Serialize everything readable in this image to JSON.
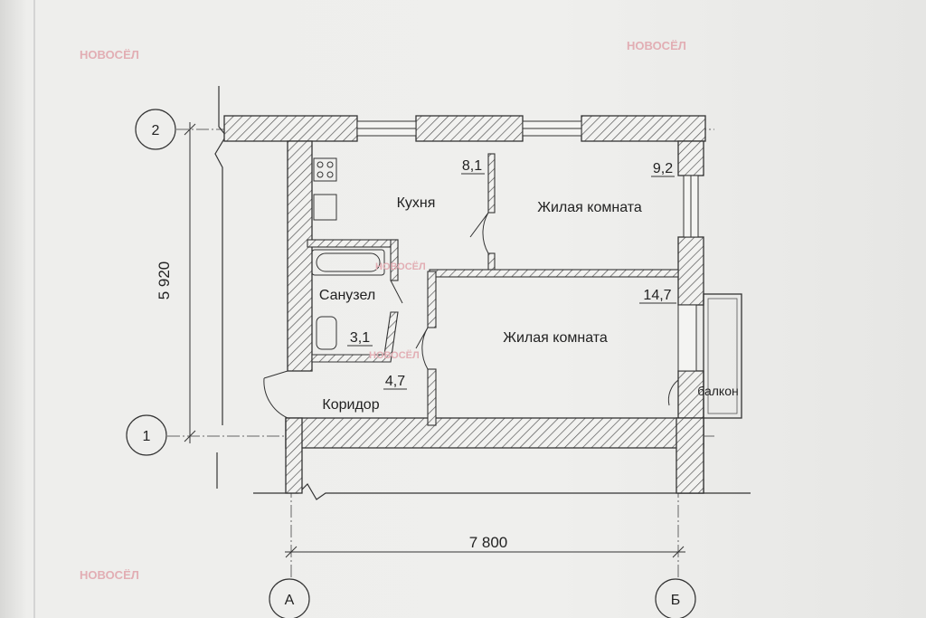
{
  "watermark": {
    "brand": "НОВОСЁЛ"
  },
  "axes": {
    "row_top": "2",
    "row_bottom": "1",
    "col_left": "А",
    "col_right": "Б"
  },
  "dimensions": {
    "height": "5 920",
    "width": "7 800"
  },
  "rooms": [
    {
      "name": "Кухня",
      "area": "8,1"
    },
    {
      "name": "Жилая комната",
      "area": "9,2"
    },
    {
      "name": "Санузел",
      "area": "3,1"
    },
    {
      "name": "Жилая комната",
      "area": "14,7"
    },
    {
      "name": "Коридор",
      "area": "4,7"
    },
    {
      "name": "балкон",
      "area": ""
    }
  ],
  "colors": {
    "wall_hatch": "#555555",
    "line": "#333333",
    "watermark": "#e2aeb4"
  }
}
